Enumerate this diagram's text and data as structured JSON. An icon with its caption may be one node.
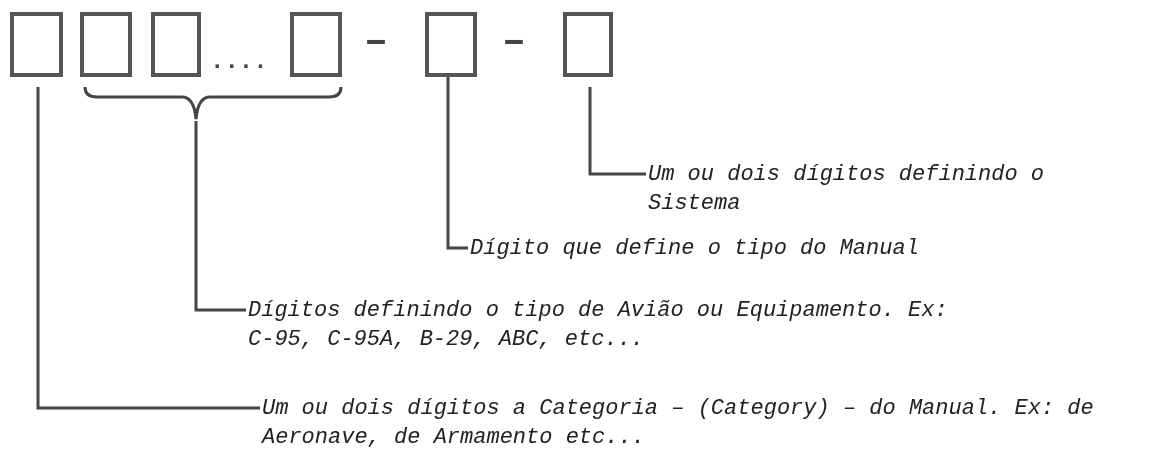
{
  "diagram": {
    "nodes": [
      {
        "text": [],
        "shape": "box"
      },
      {
        "text": [],
        "shape": "box"
      },
      {
        "text": [],
        "shape": "box"
      },
      {
        "text": [],
        "shape": "box"
      },
      {
        "text": [],
        "shape": "box"
      },
      {
        "text": [],
        "shape": "box"
      },
      {
        "text": [],
        "shape": "bracket"
      },
      {
        "text": [
          "Um ou dois dígitos definindo o Sistema"
        ]
      },
      {
        "text": [
          "Dígito que define o tipo do Manual"
        ]
      },
      {
        "text": [
          "Dígitos definindo o tipo de Avião ou Equipamento. Ex: C-95, C-95A, B-29, ABC, etc..."
        ]
      },
      {
        "text": [
          "Um ou dois dígitos a Categoria – (Category) – do Manual. Ex: de Aeronave, de Armamento etc..."
        ]
      }
    ],
    "edges": [
      {
        "from": 7,
        "to": 5,
        "arrow": "none"
      },
      {
        "from": 8,
        "to": 4,
        "arrow": "none"
      },
      {
        "from": 9,
        "to": 6,
        "arrow": "none"
      },
      {
        "from": 10,
        "to": 0,
        "arrow": "none"
      }
    ],
    "labels": [
      "....",
      "–",
      "–"
    ]
  }
}
